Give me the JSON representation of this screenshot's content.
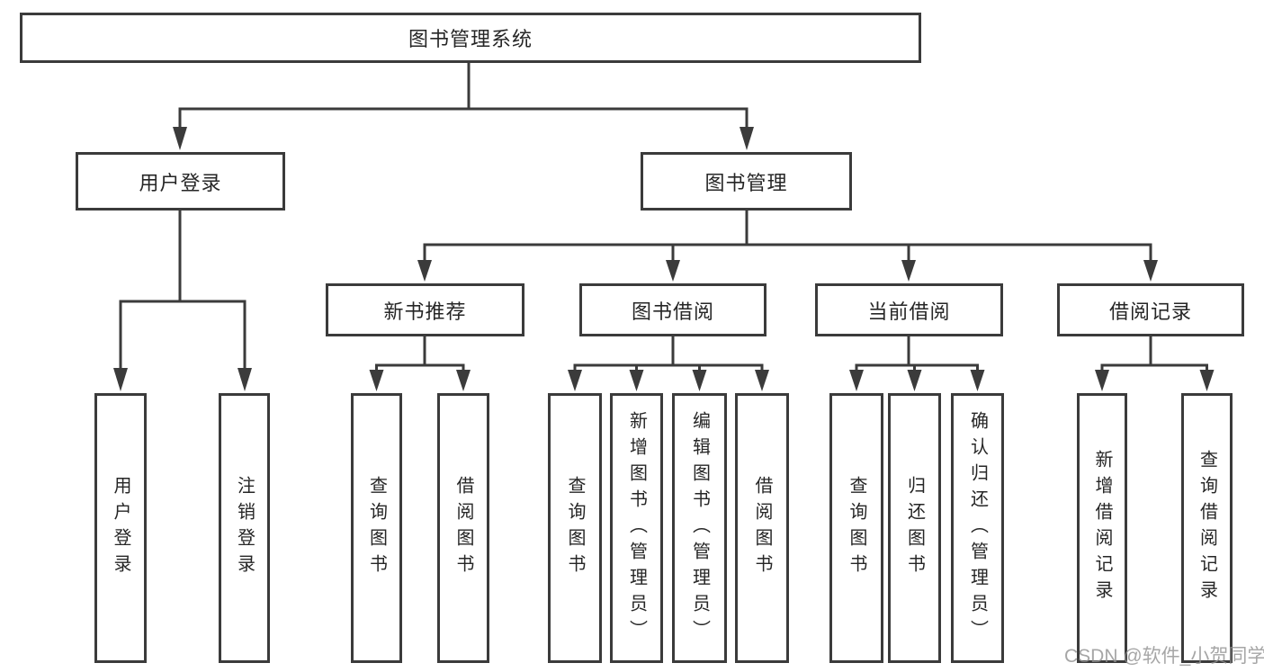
{
  "diagram": {
    "root": {
      "label": "图书管理系统"
    },
    "branches": [
      {
        "label": "用户登录",
        "children": [
          {
            "label": "用户登录"
          },
          {
            "label": "注销登录"
          }
        ]
      },
      {
        "label": "图书管理",
        "children": [
          {
            "label": "新书推荐",
            "children": [
              {
                "label": "查询图书"
              },
              {
                "label": "借阅图书"
              }
            ]
          },
          {
            "label": "图书借阅",
            "children": [
              {
                "label": "查询图书"
              },
              {
                "label": "新增图书（管理员）"
              },
              {
                "label": "编辑图书（管理员）"
              },
              {
                "label": "借阅图书"
              }
            ]
          },
          {
            "label": "当前借阅",
            "children": [
              {
                "label": "查询图书"
              },
              {
                "label": "归还图书"
              },
              {
                "label": "确认归还（管理员）"
              }
            ]
          },
          {
            "label": "借阅记录",
            "children": [
              {
                "label": "新增借阅记录"
              },
              {
                "label": "查询借阅记录"
              }
            ]
          }
        ]
      }
    ]
  },
  "watermark": {
    "text": "CSDN @软件_小贺同学"
  },
  "colors": {
    "line": "#3b3b3b",
    "text": "#262626",
    "watermark": "#909090",
    "background": "#ffffff"
  }
}
